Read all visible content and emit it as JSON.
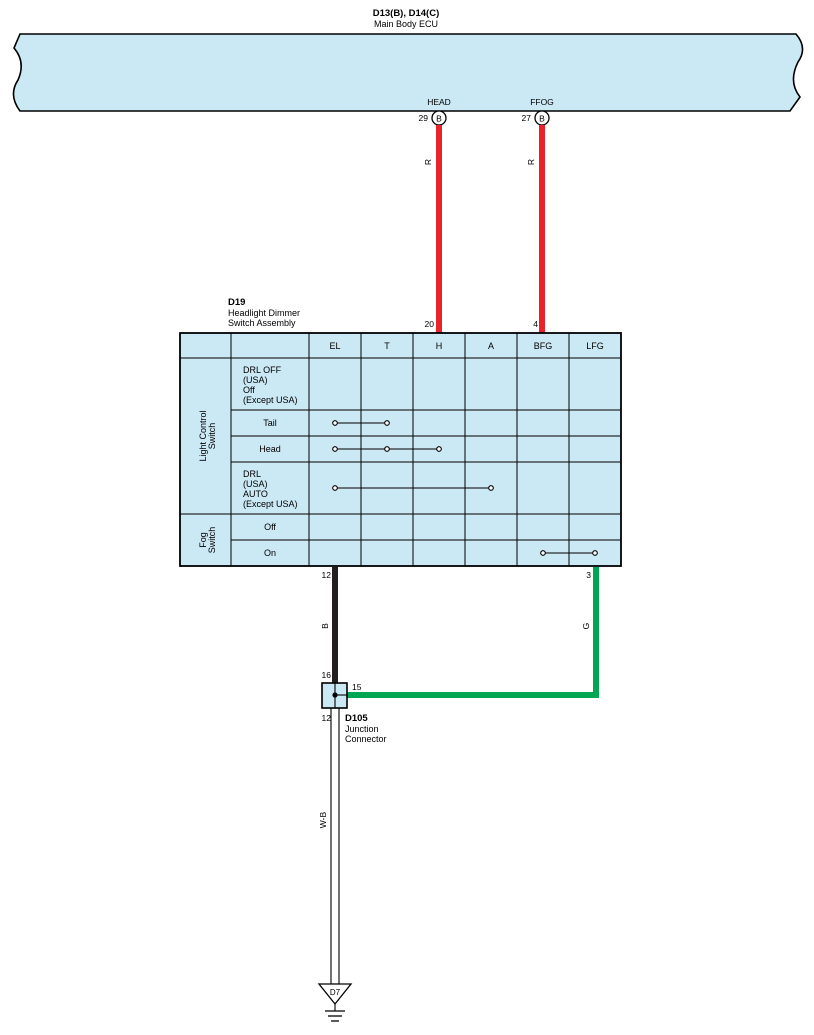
{
  "colors": {
    "panel_fill": "#cbe8f5",
    "wire_red": "#e8242a",
    "wire_black": "#231f20",
    "wire_green": "#00a651",
    "line": "#000000"
  },
  "ecu": {
    "connector_label": "D13(B), D14(C)",
    "name": "Main Body ECU",
    "pins": [
      {
        "signal": "HEAD",
        "pin_no": "29",
        "connector_code": "B"
      },
      {
        "signal": "FFOG",
        "pin_no": "27",
        "connector_code": "B"
      }
    ]
  },
  "wires": {
    "head_color_code": "R",
    "ffog_color_code": "R",
    "ground_black_code": "B",
    "fog_green_code": "G",
    "ground_wb_code": "W-B"
  },
  "switch": {
    "connector_id": "D19",
    "name_line1": "Headlight Dimmer",
    "name_line2": "Switch Assembly",
    "pin_h": "20",
    "pin_bfg": "4",
    "pin_el": "12",
    "pin_lfg": "3",
    "columns": [
      "EL",
      "T",
      "H",
      "A",
      "BFG",
      "LFG"
    ],
    "group_light": [
      "Light Control",
      "Switch"
    ],
    "group_fog": [
      "Fog",
      "Switch"
    ],
    "rows": [
      {
        "label_lines": [
          "DRL OFF",
          "(USA)",
          "Off",
          "(Except USA)"
        ]
      },
      {
        "label_lines": [
          "Tail"
        ]
      },
      {
        "label_lines": [
          "Head"
        ]
      },
      {
        "label_lines": [
          "DRL",
          "(USA)",
          "AUTO",
          "(Except USA)"
        ]
      },
      {
        "label_lines": [
          "Off"
        ]
      },
      {
        "label_lines": [
          "On"
        ]
      }
    ],
    "continuity": [
      {
        "row": 1,
        "from": "EL",
        "to": "T",
        "mid": []
      },
      {
        "row": 2,
        "from": "EL",
        "to": "H",
        "mid": [
          "T"
        ]
      },
      {
        "row": 3,
        "from": "EL",
        "to": "A",
        "mid": []
      },
      {
        "row": 5,
        "from": "BFG",
        "to": "LFG",
        "mid": []
      }
    ]
  },
  "junction": {
    "connector_id": "D105",
    "name_line1": "Junction",
    "name_line2": "Connector",
    "pin_top": "16",
    "pin_right": "15",
    "pin_bottom": "12"
  },
  "ground": {
    "label": "D7"
  }
}
